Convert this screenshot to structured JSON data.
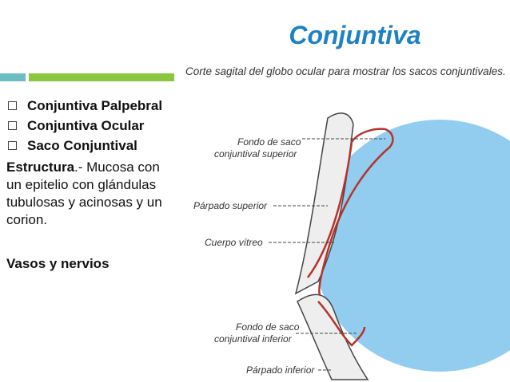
{
  "slide": {
    "title": "Conjuntiva",
    "bullets": [
      "Conjuntiva Palpebral",
      "Conjuntiva Ocular",
      "Saco Conjuntival"
    ],
    "estructura_label": "Estructura",
    "estructura_text": ".- Mucosa con un epitelio con glándulas tubulosas y acinosas y un corion.",
    "vasos_label": "Vasos y nervios"
  },
  "figure": {
    "caption": "Corte sagital del globo ocular para mostrar los sacos conjuntivales.",
    "labels": {
      "fondo_superior_1": "Fondo de saco",
      "fondo_superior_2": "conjuntival superior",
      "parpado_superior": "Párpado superior",
      "cuerpo_vitreo": "Cuerpo vítreo",
      "fondo_inferior_1": "Fondo de saco",
      "fondo_inferior_2": "conjuntival inferior",
      "parpado_inferior": "Párpado inferior"
    }
  },
  "colors": {
    "title": "#1d81c4",
    "accent_teal": "#6dbec3",
    "accent_green": "#8cc63e",
    "eyeball": "#92cdf0",
    "conjunctiva": "#b5332d"
  }
}
